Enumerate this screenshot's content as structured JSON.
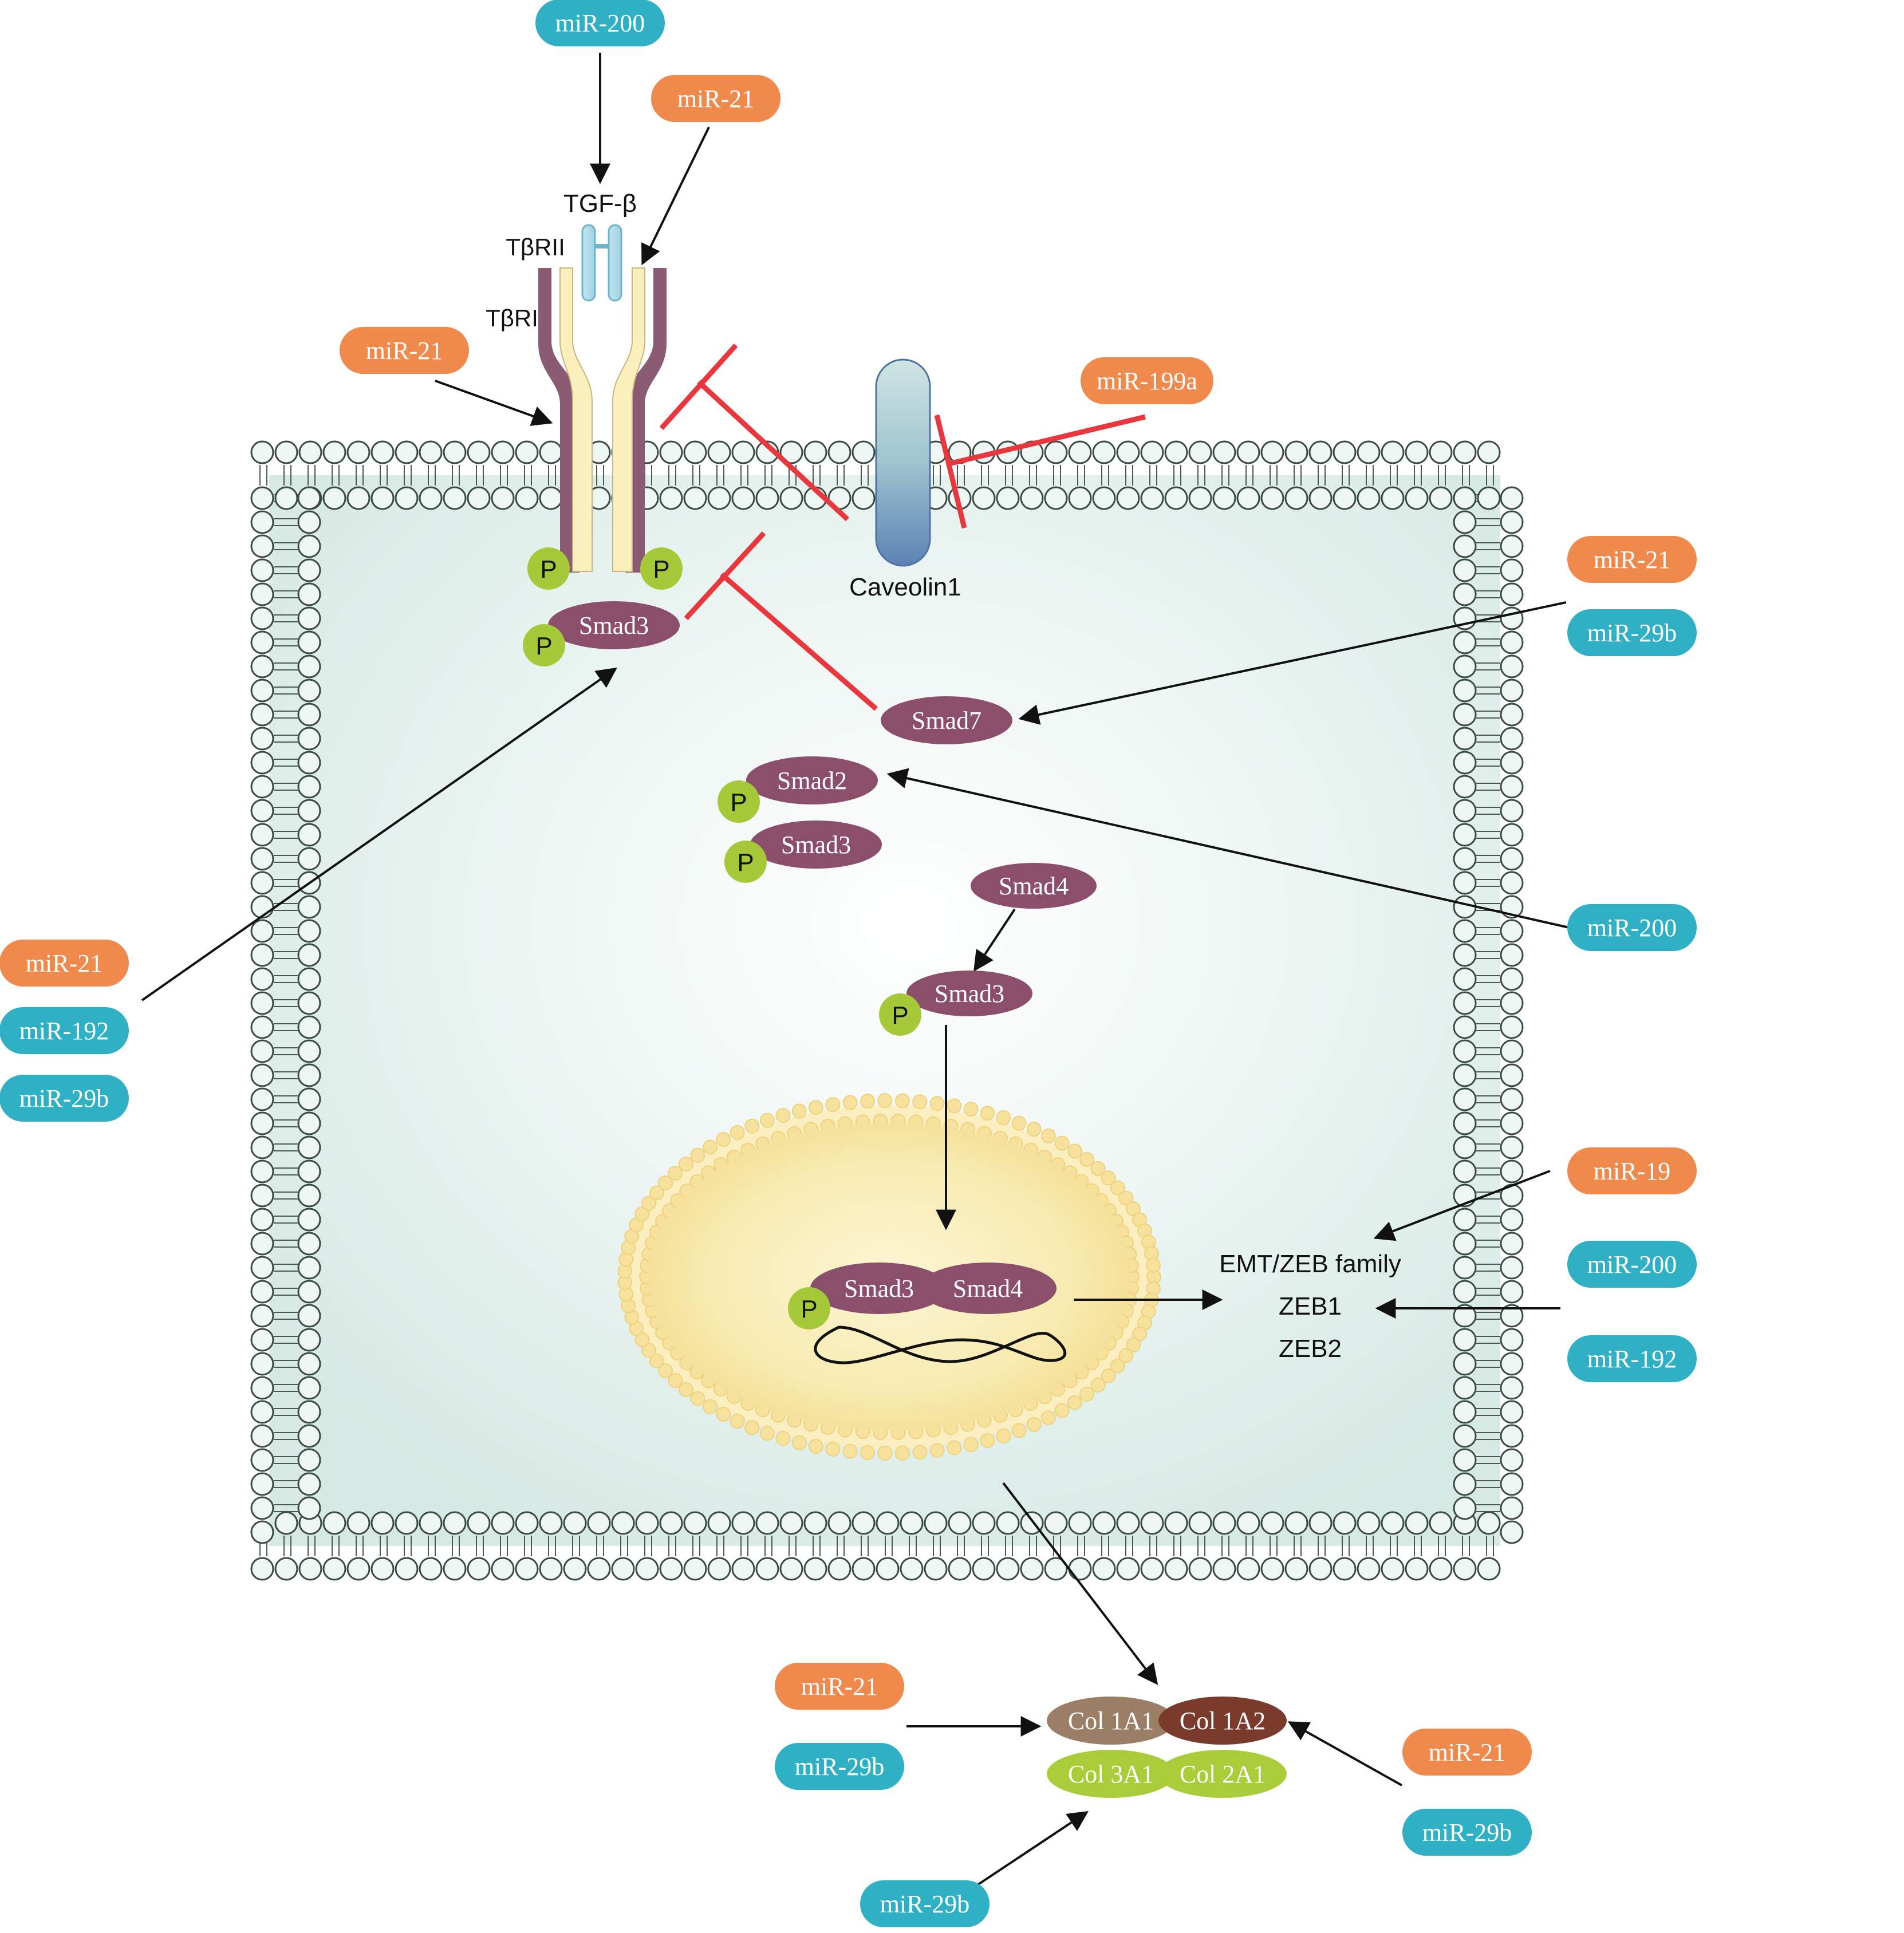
{
  "colors": {
    "orange_pill": "#ef8a4c",
    "teal_pill": "#2fb0c4",
    "smad_purple": "#8b4e6b",
    "phospho_green": "#a6c93a",
    "inhibit_red": "#e8373d",
    "col1a1": "#9b7e66",
    "col1a2": "#7a3b2c",
    "col_green": "#a9cc38",
    "membrane_head": "#eef7f3",
    "cytoplasm": "#e4f1ee",
    "nucleus": "#f7e8a8"
  },
  "receptor": {
    "ligand_label": "TGF-β",
    "type2_label": "TβRII",
    "type1_label": "TβRI"
  },
  "caveolin": {
    "label": "Caveolin1"
  },
  "phospho": {
    "label": "P"
  },
  "proteins": {
    "smad3_membrane": "Smad3",
    "smad7": "Smad7",
    "smad2": "Smad2",
    "smad3_pair": "Smad3",
    "smad4": "Smad4",
    "smad3_mid": "Smad3",
    "smad3_nuc": "Smad3",
    "smad4_nuc": "Smad4"
  },
  "targets": {
    "emt_title": "EMT/ZEB family",
    "zeb1": "ZEB1",
    "zeb2": "ZEB2"
  },
  "collagens": {
    "col1a1": "Col 1A1",
    "col1a2": "Col 1A2",
    "col3a1": "Col 3A1",
    "col2a1": "Col 2A1"
  },
  "mirnas": [
    {
      "id": "mir200-top",
      "label": "miR-200",
      "color": "teal"
    },
    {
      "id": "mir21-top",
      "label": "miR-21",
      "color": "orange"
    },
    {
      "id": "mir21-receptor",
      "label": "miR-21",
      "color": "orange"
    },
    {
      "id": "mir199a",
      "label": "miR-199a",
      "color": "orange"
    },
    {
      "id": "mir21-smad7",
      "label": "miR-21",
      "color": "orange"
    },
    {
      "id": "mir29b-smad7",
      "label": "miR-29b",
      "color": "teal"
    },
    {
      "id": "mir200-smad2",
      "label": "miR-200",
      "color": "teal"
    },
    {
      "id": "mir21-left",
      "label": "miR-21",
      "color": "orange"
    },
    {
      "id": "mir192-left",
      "label": "miR-192",
      "color": "teal"
    },
    {
      "id": "mir29b-left",
      "label": "miR-29b",
      "color": "teal"
    },
    {
      "id": "mir19",
      "label": "miR-19",
      "color": "orange"
    },
    {
      "id": "mir200-zeb",
      "label": "miR-200",
      "color": "teal"
    },
    {
      "id": "mir192-zeb",
      "label": "miR-192",
      "color": "teal"
    },
    {
      "id": "mir21-col-left",
      "label": "miR-21",
      "color": "orange"
    },
    {
      "id": "mir29b-col-left",
      "label": "miR-29b",
      "color": "teal"
    },
    {
      "id": "mir21-col-right",
      "label": "miR-21",
      "color": "orange"
    },
    {
      "id": "mir29b-col-right",
      "label": "miR-29b",
      "color": "teal"
    },
    {
      "id": "mir29b-col-bottom",
      "label": "miR-29b",
      "color": "teal"
    }
  ]
}
